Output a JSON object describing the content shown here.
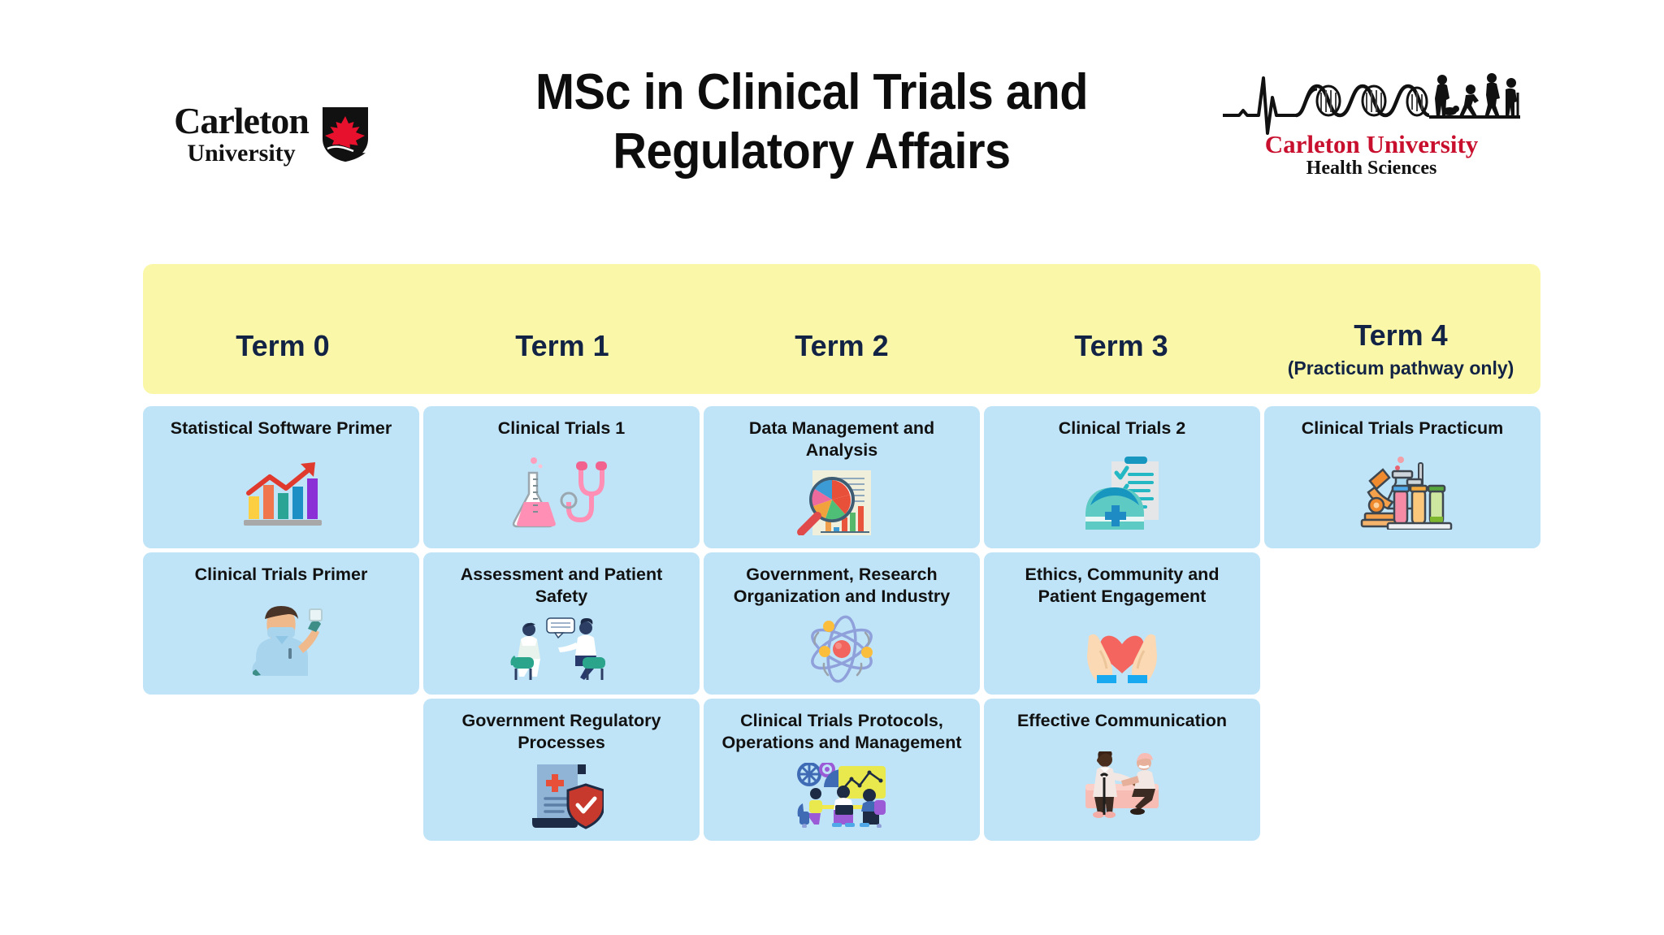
{
  "header": {
    "title": "MSc in Clinical Trials and Regulatory Affairs",
    "left_logo": {
      "name": "carleton-university-logo",
      "line1": "Carleton",
      "line2": "University"
    },
    "right_logo": {
      "name": "carleton-university-health-sciences-logo",
      "line1": "Carleton University",
      "line2": "Health Sciences",
      "accent_color": "#c8102e"
    }
  },
  "colors": {
    "term_band": "#FAF8A8",
    "term_text": "#122345",
    "card_background": "#BFE4F8",
    "card_text": "#111111",
    "page_background": "#FFFFFF"
  },
  "terms": [
    {
      "label": "Term 0",
      "sublabel": ""
    },
    {
      "label": "Term 1",
      "sublabel": ""
    },
    {
      "label": "Term 2",
      "sublabel": ""
    },
    {
      "label": "Term 3",
      "sublabel": ""
    },
    {
      "label": "Term 4",
      "sublabel": "(Practicum pathway only)"
    }
  ],
  "columns": [
    {
      "term": "Term 0",
      "courses": [
        {
          "title": "Statistical Software Primer",
          "icon": "bar-chart-growth-icon"
        },
        {
          "title": "Clinical Trials Primer",
          "icon": "clinician-with-sample-icon"
        }
      ]
    },
    {
      "term": "Term 1",
      "courses": [
        {
          "title": "Clinical Trials 1",
          "icon": "flask-stethoscope-icon"
        },
        {
          "title": "Assessment and Patient Safety",
          "icon": "patient-consultation-icon"
        },
        {
          "title": "Government Regulatory Processes",
          "icon": "medical-document-shield-icon"
        }
      ]
    },
    {
      "term": "Term 2",
      "courses": [
        {
          "title": "Data Management and Analysis",
          "icon": "magnifier-pie-chart-report-icon"
        },
        {
          "title": "Government, Research Organization and Industry",
          "icon": "atom-icon"
        },
        {
          "title": "Clinical Trials Protocols, Operations and Management",
          "icon": "team-meeting-icon"
        }
      ]
    },
    {
      "term": "Term 3",
      "courses": [
        {
          "title": "Clinical Trials 2",
          "icon": "nurse-cap-checklist-icon"
        },
        {
          "title": "Ethics, Community and Patient Engagement",
          "icon": "hands-holding-heart-icon"
        },
        {
          "title": "Effective Communication",
          "icon": "doctor-patient-bedside-icon"
        }
      ]
    },
    {
      "term": "Term 4",
      "courses": [
        {
          "title": "Clinical Trials Practicum",
          "icon": "microscope-test-tubes-icon"
        }
      ]
    }
  ]
}
